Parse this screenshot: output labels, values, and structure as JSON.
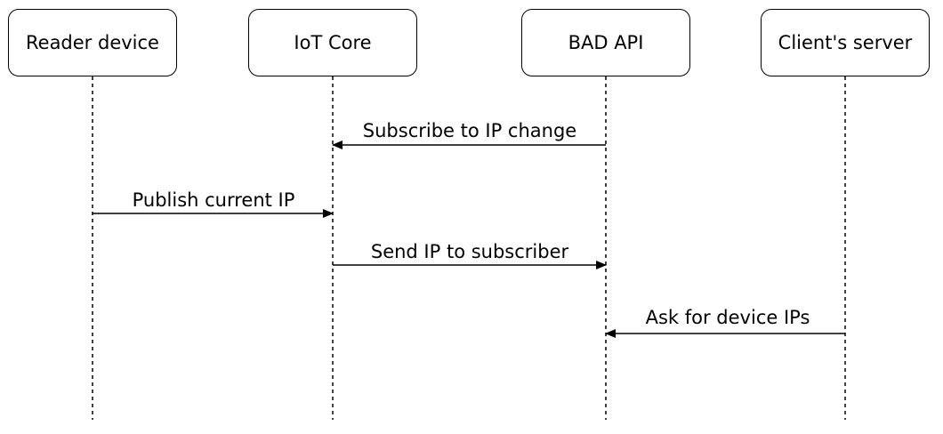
{
  "participants": [
    {
      "label": "Reader device"
    },
    {
      "label": "IoT Core"
    },
    {
      "label": "BAD API"
    },
    {
      "label": "Client's server"
    }
  ],
  "messages": [
    {
      "from": "BAD API",
      "to": "IoT Core",
      "label": "Subscribe to IP change"
    },
    {
      "from": "Reader device",
      "to": "IoT Core",
      "label": "Publish current IP"
    },
    {
      "from": "IoT Core",
      "to": "BAD API",
      "label": "Send IP to subscriber"
    },
    {
      "from": "Client's server",
      "to": "BAD API",
      "label": "Ask for device IPs"
    }
  ]
}
